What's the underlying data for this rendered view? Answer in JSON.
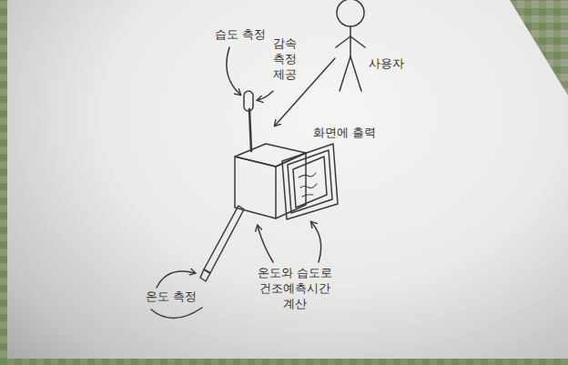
{
  "diagram": {
    "labels": [
      "사용자",
      "습도 측정",
      "감속 측정 제공",
      "화면에 출력",
      "온도 측정",
      "온도와 습도로 건조예측시간 계산"
    ]
  }
}
